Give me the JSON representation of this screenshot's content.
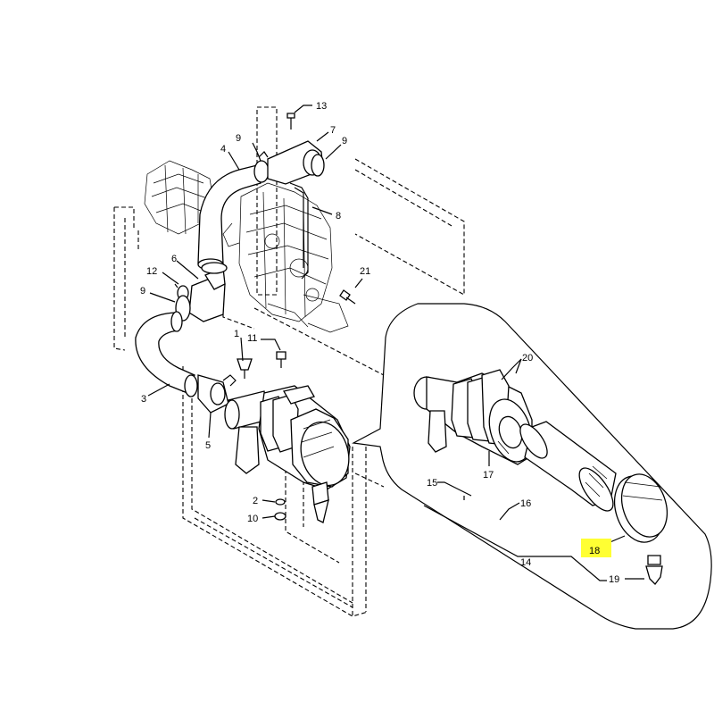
{
  "callouts": [
    {
      "id": "c13",
      "label": "13"
    },
    {
      "id": "c7",
      "label": "7"
    },
    {
      "id": "c9a",
      "label": "9"
    },
    {
      "id": "c9b",
      "label": "9"
    },
    {
      "id": "c4",
      "label": "4"
    },
    {
      "id": "c8",
      "label": "8"
    },
    {
      "id": "c21",
      "label": "21"
    },
    {
      "id": "c12",
      "label": "12"
    },
    {
      "id": "c6",
      "label": "6"
    },
    {
      "id": "c9c",
      "label": "9"
    },
    {
      "id": "c1",
      "label": "1"
    },
    {
      "id": "c11",
      "label": "11"
    },
    {
      "id": "c3",
      "label": "3"
    },
    {
      "id": "c5",
      "label": "5"
    },
    {
      "id": "c2",
      "label": "2"
    },
    {
      "id": "c10",
      "label": "10"
    },
    {
      "id": "c20",
      "label": "20"
    },
    {
      "id": "c15",
      "label": "15"
    },
    {
      "id": "c17",
      "label": "17"
    },
    {
      "id": "c16",
      "label": "16"
    },
    {
      "id": "c18",
      "label": "18"
    },
    {
      "id": "c14",
      "label": "14"
    },
    {
      "id": "c19",
      "label": "19"
    }
  ],
  "highlight": {
    "part": "18",
    "color": "#ffff33"
  },
  "colors": {
    "line": "#000000",
    "background": "#ffffff"
  }
}
